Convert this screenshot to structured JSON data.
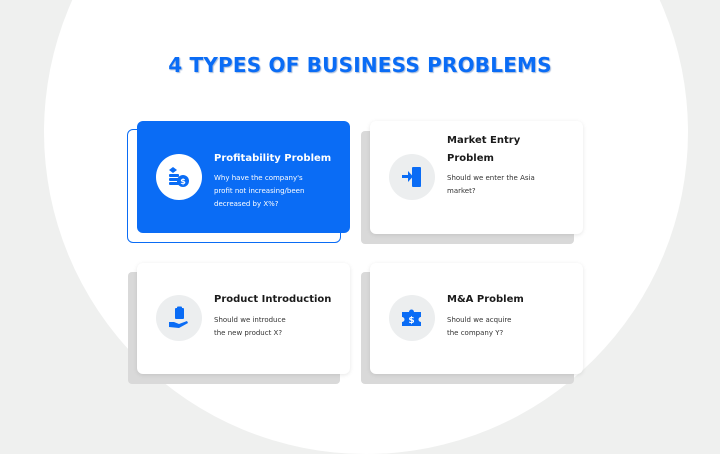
{
  "title": "4 TYPES OF BUSINESS PROBLEMS",
  "colors": {
    "accent": "#0a6cf5",
    "background": "#eff0ef",
    "card": "#ffffff"
  },
  "cards": [
    {
      "title": "Profitability Problem",
      "desc_lines": [
        "Why have the  company's",
        "profit not increasing/been",
        "decreased by X%?"
      ],
      "icon": "money-bag-coins-icon"
    },
    {
      "title_lines": [
        "Market Entry",
        "Problem"
      ],
      "desc_lines": [
        "Should we enter the Asia",
        "market?"
      ],
      "icon": "enter-door-icon"
    },
    {
      "title": "Product Introduction",
      "desc_lines": [
        "Should we introduce",
        "the new product X?"
      ],
      "icon": "hand-product-icon"
    },
    {
      "title": "M&A Problem",
      "desc_lines": [
        "Should we acquire",
        "the company Y?"
      ],
      "icon": "puzzle-dollar-icon"
    }
  ]
}
